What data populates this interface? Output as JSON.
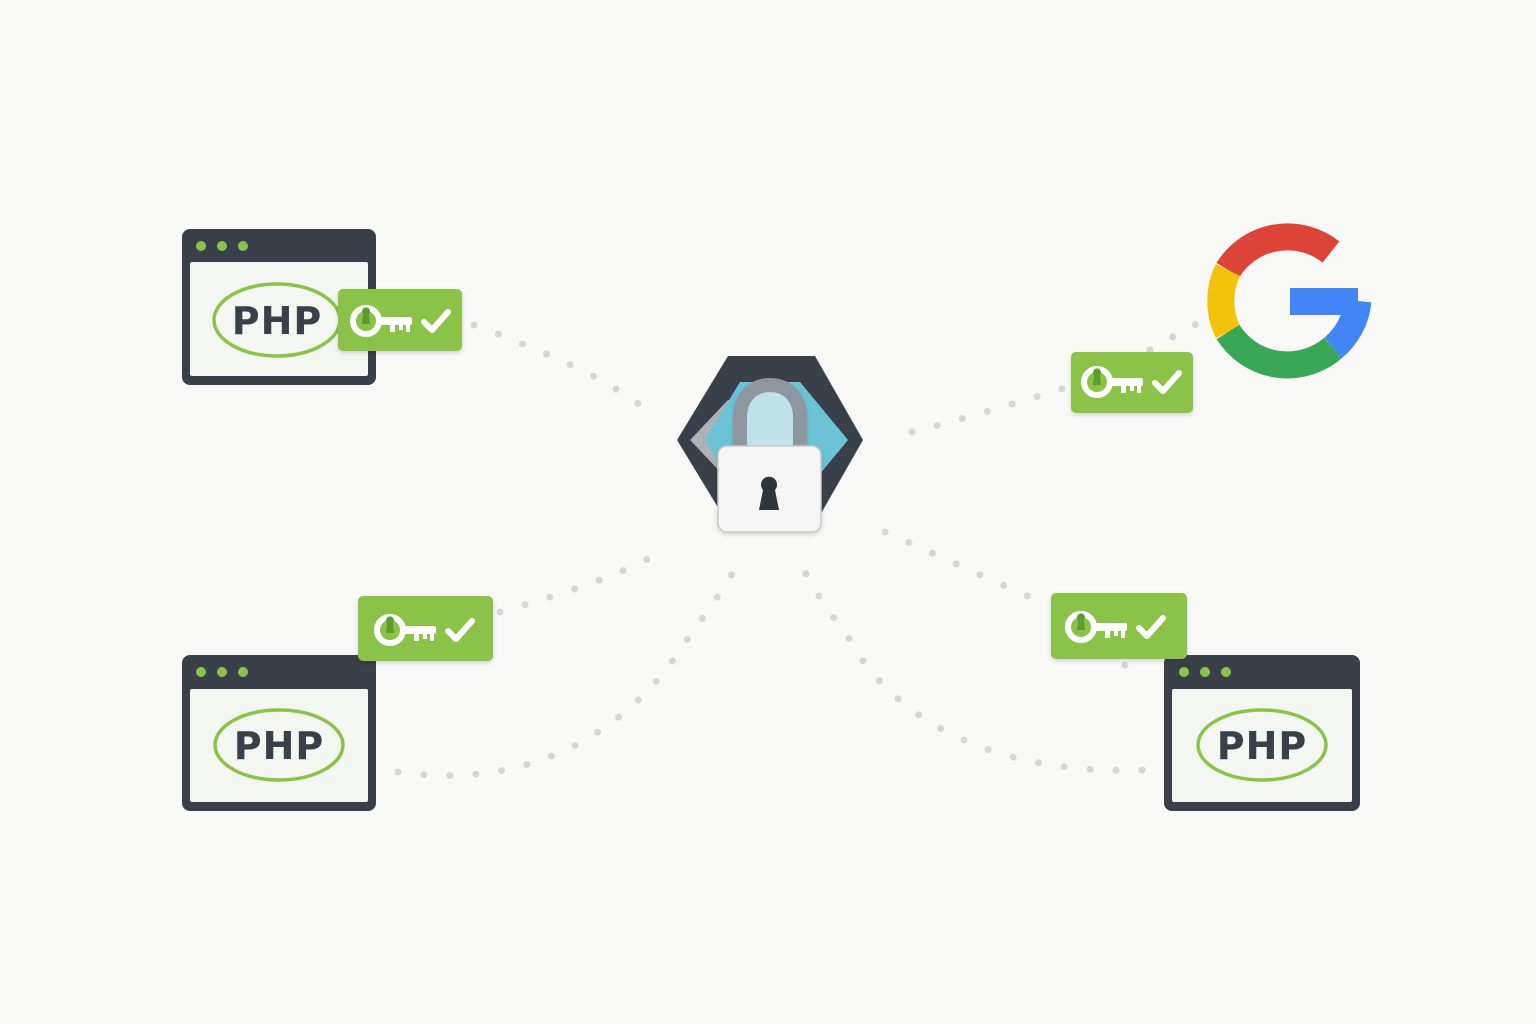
{
  "colors": {
    "background": "#f8f8f7",
    "window_frame": "#3a4049",
    "window_body": "#f4f6f1",
    "accent_green": "#8bc34a",
    "connector": "#d6d6d6",
    "hexagon_dark": "#3a4049",
    "hexagon_gray": "#aab1b7",
    "hexagon_blue": "#6cc3d5",
    "lock_shackle": "#8e969e",
    "lock_body": "#f5f5f5",
    "google_red": "#db4437",
    "google_yellow": "#f4c20d",
    "google_green": "#3aa757",
    "google_blue": "#4285f4"
  },
  "hub": {
    "icon": "padlock-hexagon-icon"
  },
  "clients": [
    {
      "id": "top-left",
      "label": "PHP",
      "key_badge": "key-check-icon"
    },
    {
      "id": "bottom-left",
      "label": "PHP",
      "key_badge": "key-check-icon"
    },
    {
      "id": "bottom-right",
      "label": "PHP",
      "key_badge": "key-check-icon"
    }
  ],
  "provider": {
    "icon": "google-g-icon",
    "key_badge": "key-check-icon"
  }
}
